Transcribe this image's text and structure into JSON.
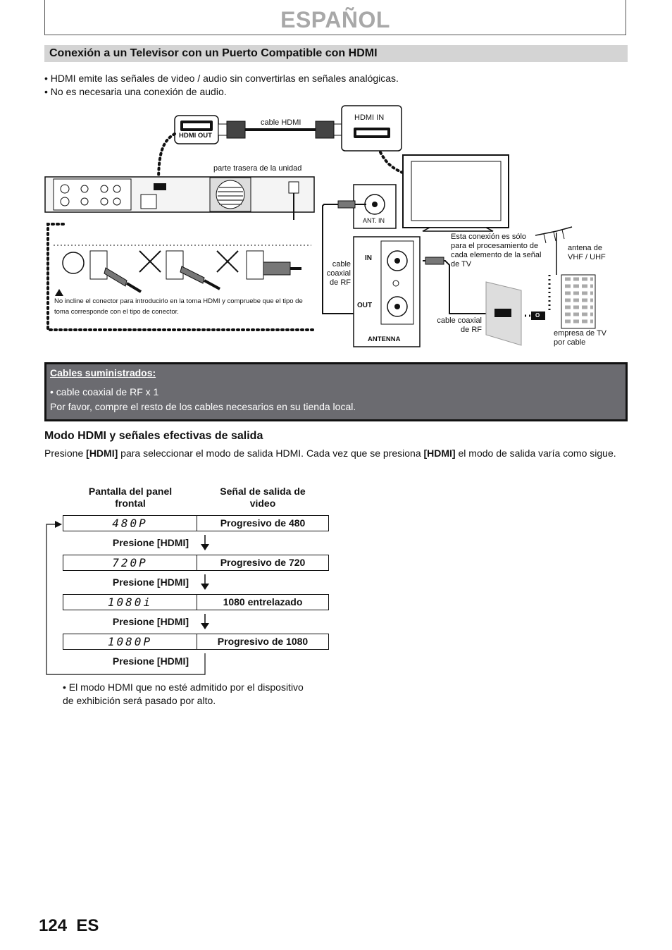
{
  "header": {
    "language": "ESPAÑOL"
  },
  "section": {
    "title": "Conexión a un Televisor con un Puerto Compatible con HDMI"
  },
  "bullets": [
    "• HDMI emite las señales de video / audio sin convertirlas en señales analógicas.",
    "• No es necesaria una conexión de audio."
  ],
  "diagram": {
    "hdmi_out": "HDMI OUT",
    "cable_hdmi": "cable HDMI",
    "hdmi_in": "HDMI IN",
    "rear_unit": "parte trasera de la unidad",
    "ant_in": "ANT. IN",
    "rf_cable_1": "cable coaxial de RF",
    "in_label": "IN",
    "out_label": "OUT",
    "antenna": "ANTENNA",
    "note_connection": "Esta conexión es sólo para el procesamiento de cada elemento de la señal de TV",
    "antenna_vhf": "antena de VHF / UHF",
    "rf_cable_2": "cable coaxial de RF",
    "cable_company": "empresa de TV por cable",
    "warning": "No incline el conector para introducirlo en la toma HDMI y compruebe que el tipo de toma corresponde con el tipo de conector.",
    "wall_plate": "O"
  },
  "cables": {
    "heading": "Cables suministrados:",
    "line1": "• cable coaxial de RF x 1",
    "line2": "Por favor, compre el resto de los cables necesarios en su tienda local."
  },
  "mode": {
    "heading": "Modo HDMI y señales efectivas de salida",
    "paragraph_1": "Presione ",
    "key": "[HDMI]",
    "paragraph_2": " para seleccionar el modo de salida HDMI. Cada vez que se presiona ",
    "paragraph_3": " el modo de salida varía como sigue.",
    "col_panel": "Pantalla del panel frontal",
    "col_signal": "Señal de salida de video",
    "rows": [
      {
        "display": "480P",
        "signal": "Progresivo de 480"
      },
      {
        "display": "720P",
        "signal": "Progresivo de 720"
      },
      {
        "display": "1080i",
        "signal": "1080 entrelazado"
      },
      {
        "display": "1080P",
        "signal": "Progresivo de 1080"
      }
    ],
    "press_label": "Presione [HDMI]",
    "note": "• El modo HDMI que no esté admitido por el dispositivo de exhibición será pasado por alto."
  },
  "footer": {
    "page": "124",
    "lang_code": "ES"
  }
}
